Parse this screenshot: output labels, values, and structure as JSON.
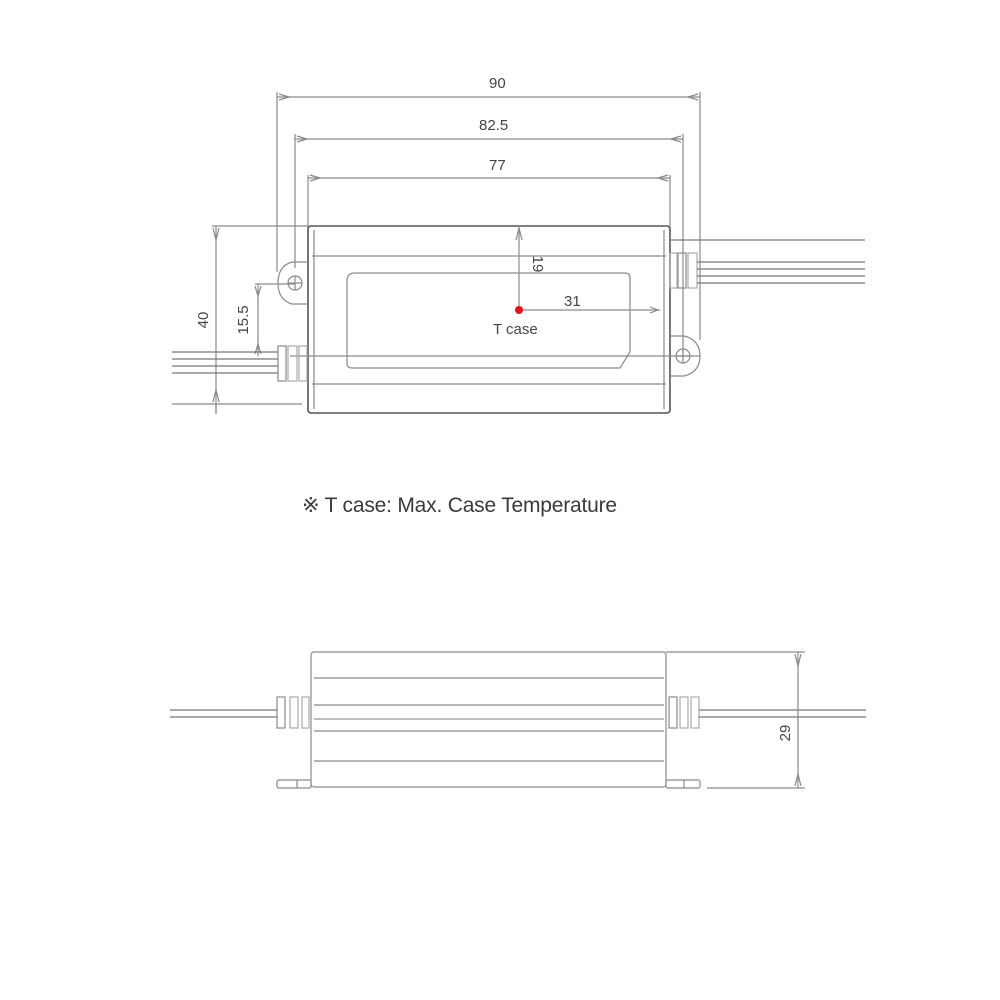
{
  "top_view": {
    "dimensions": {
      "overall_length": "90",
      "mounting_hole_pitch": "82.5",
      "body_length": "77",
      "overall_width": "40",
      "hole_offset": "15.5",
      "tcase_from_top": "19",
      "tcase_from_right": "31"
    },
    "tcase_label": "T case",
    "tcase_marker_color": "#e0141e"
  },
  "note": {
    "symbol": "※",
    "text": "T case: Max. Case Temperature"
  },
  "side_view": {
    "dimensions": {
      "height": "29"
    }
  },
  "colors": {
    "line": "#8a8a8a",
    "dark_line": "#555555",
    "text": "#444444"
  }
}
